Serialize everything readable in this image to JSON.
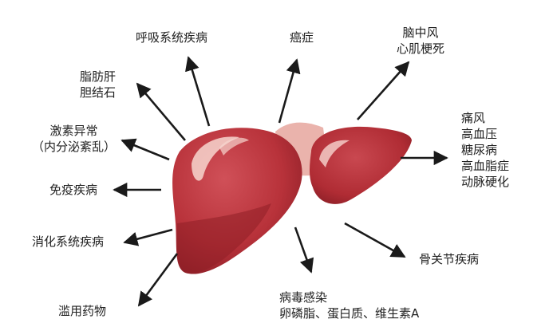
{
  "organ_icon": "liver-illustration",
  "colors": {
    "liver_main": "#b8323a",
    "liver_dark": "#8f1f27",
    "liver_light": "#d5565c",
    "bridge": "#eab3ac",
    "highlight": "#f7d6cf",
    "arrow": "#1a1a1a"
  },
  "labels": {
    "respiratory": [
      "呼吸系统疾病"
    ],
    "cancer": [
      "癌症"
    ],
    "stroke": [
      "脑中风",
      "心肌梗死"
    ],
    "fatty_liver": [
      "脂肪肝",
      "胆结石"
    ],
    "endocrine": [
      "激素异常",
      "（内分泌紊乱）"
    ],
    "immune": [
      "免疫疾病"
    ],
    "digestive": [
      "消化系统疾病"
    ],
    "drug_abuse": [
      "滥用药物"
    ],
    "metabolic": [
      "痛风",
      "高血压",
      "糖尿病",
      "高血脂症",
      "动脉硬化"
    ],
    "bone": [
      "骨关节疾病"
    ],
    "virus": [
      "病毒感染",
      "卵磷脂、蛋白质、维生素A"
    ]
  }
}
